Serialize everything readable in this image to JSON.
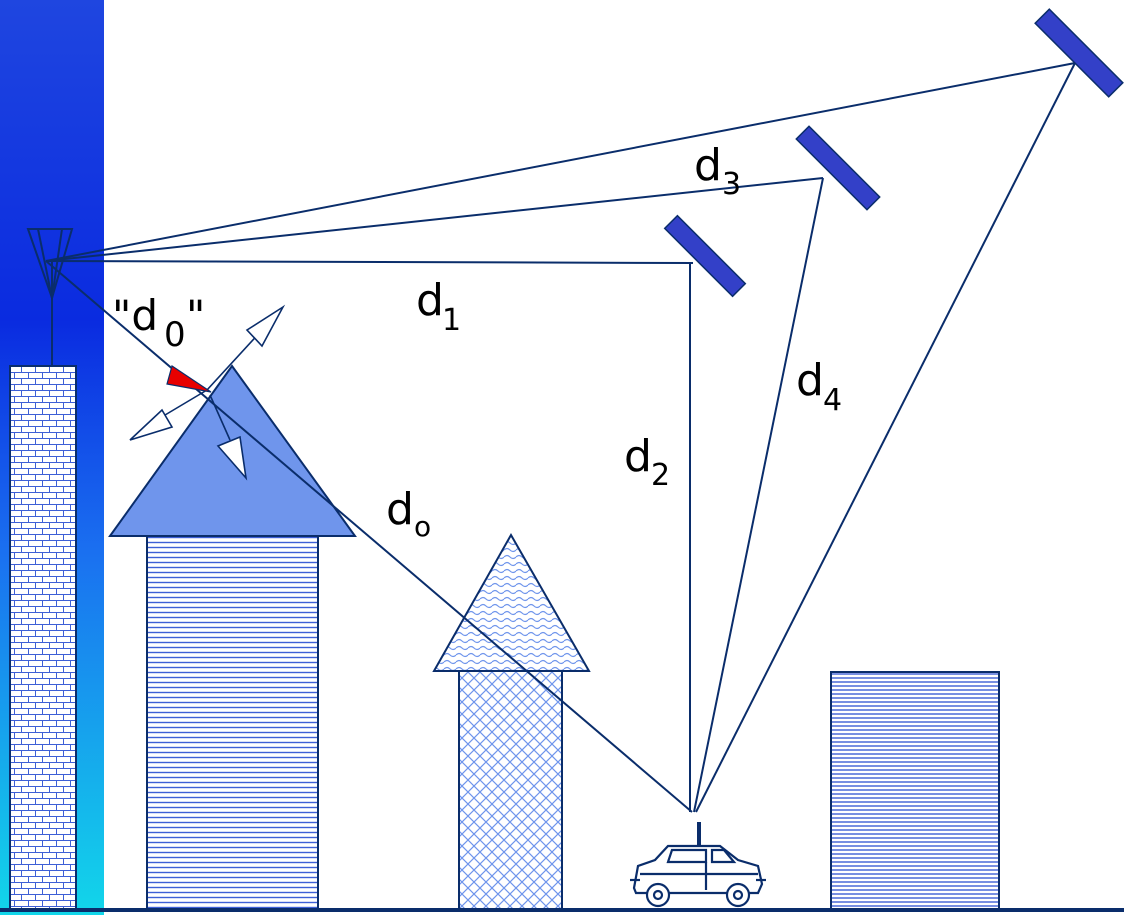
{
  "labels": {
    "d0_quoted_main": "\"d",
    "d0_quoted_sub": "0",
    "d0_quoted_end": "\"",
    "d1_main": "d",
    "d1_sub": "1",
    "d2_main": "d",
    "d2_sub": "2",
    "d3_main": "d",
    "d3_sub": "3",
    "d4_main": "d",
    "d4_sub": "4",
    "do_main": "d",
    "do_sub": "o"
  },
  "colors": {
    "line": "#0a2d6b",
    "building_fill": "#3d5fd6",
    "roof_fill": "#6f95ec",
    "reflector_fill": "#3340c8",
    "left_band_top": "#1f46e0",
    "left_band_bottom": "#12d6ea",
    "red_arrow": "#e80000",
    "ground": "#0a2d6b"
  }
}
